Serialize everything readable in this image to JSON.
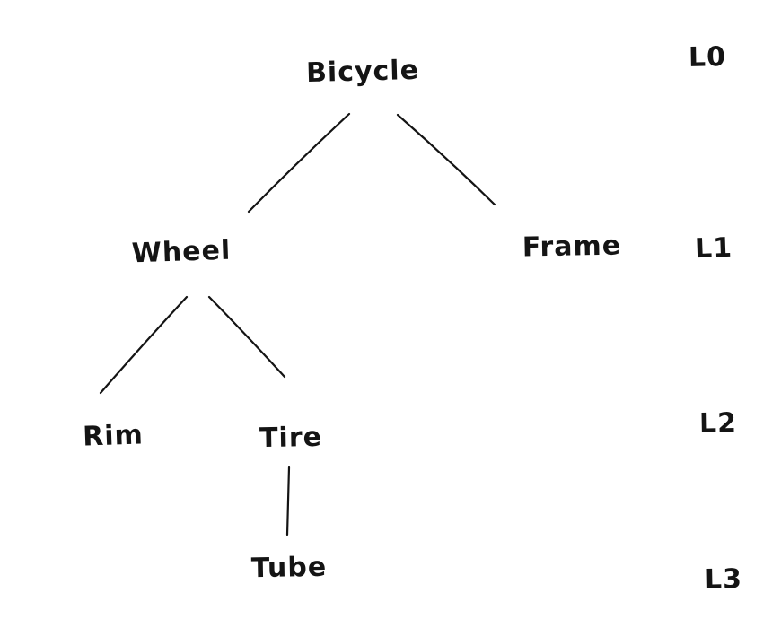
{
  "diagram": {
    "type": "tree",
    "ink_color": "#141414",
    "background_color": "#ffffff",
    "nodes": [
      {
        "id": "bicycle",
        "label": "Bicycle",
        "level": "L0"
      },
      {
        "id": "wheel",
        "label": "Wheel",
        "level": "L1"
      },
      {
        "id": "frame",
        "label": "Frame",
        "level": "L1"
      },
      {
        "id": "rim",
        "label": "Rim",
        "level": "L2"
      },
      {
        "id": "tire",
        "label": "Tire",
        "level": "L2"
      },
      {
        "id": "tube",
        "label": "Tube",
        "level": "L3"
      }
    ],
    "edges": [
      {
        "from": "Bicycle",
        "to": "Wheel"
      },
      {
        "from": "Bicycle",
        "to": "Frame"
      },
      {
        "from": "Wheel",
        "to": "Rim"
      },
      {
        "from": "Wheel",
        "to": "Tire"
      },
      {
        "from": "Tire",
        "to": "Tube"
      }
    ],
    "level_labels": [
      {
        "label": "L0"
      },
      {
        "label": "L1"
      },
      {
        "label": "L2"
      },
      {
        "label": "L3"
      }
    ]
  }
}
